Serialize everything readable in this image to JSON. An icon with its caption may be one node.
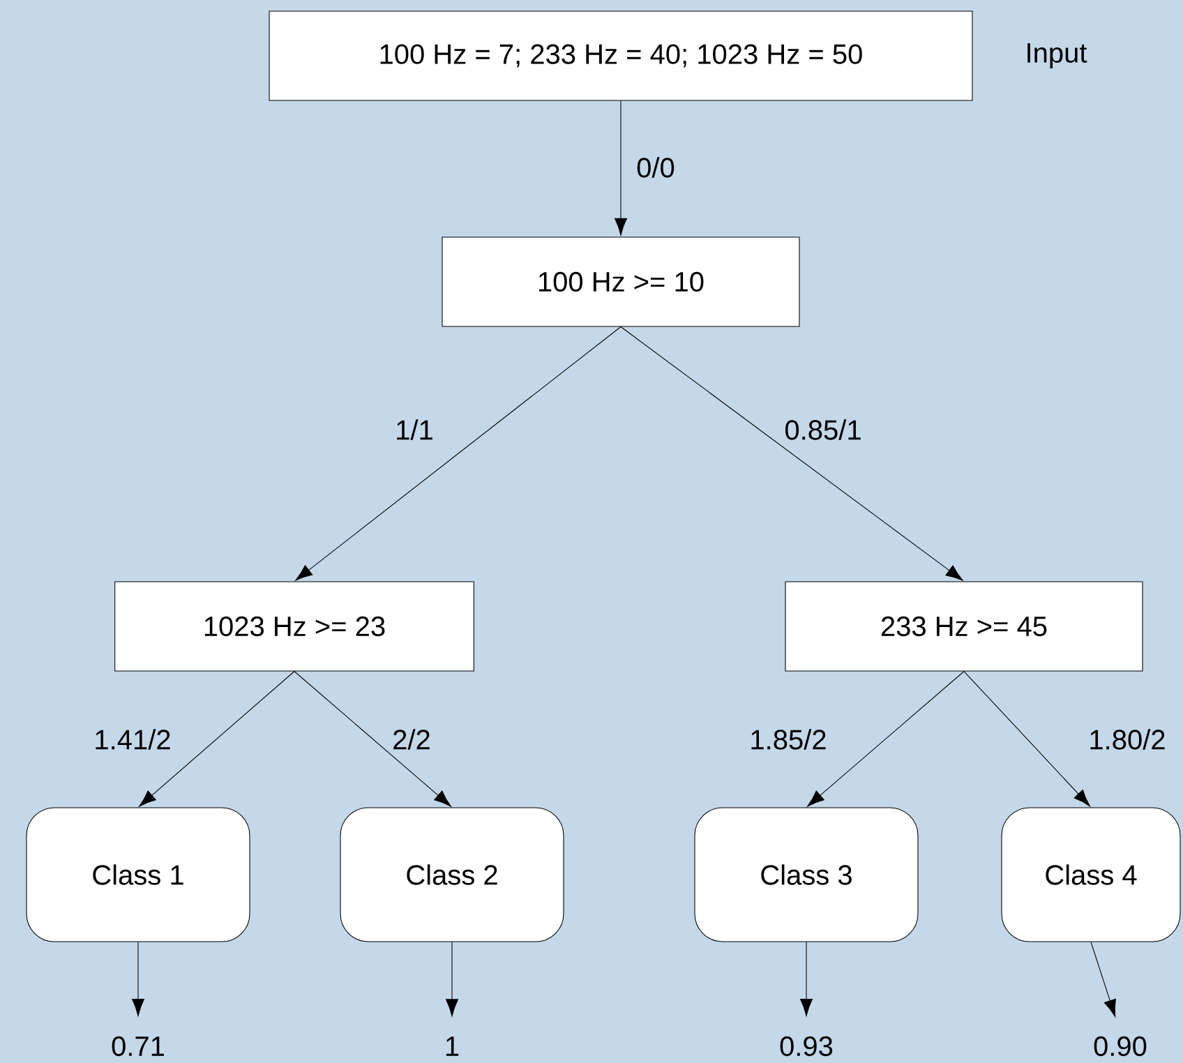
{
  "diagram": {
    "nodes": [
      {
        "text": [
          "100 Hz = 7; 233 Hz = 40; 1023 Hz = 50"
        ],
        "beside": [
          "Input"
        ]
      },
      {
        "text": [
          "100 Hz >= 10"
        ]
      },
      {
        "text": [
          "1023 Hz >= 23"
        ]
      },
      {
        "text": [
          "233 Hz >= 45"
        ]
      },
      {
        "text": [
          "Class 1"
        ]
      },
      {
        "text": [
          "Class 2"
        ]
      },
      {
        "text": [
          "Class 3"
        ]
      },
      {
        "text": [
          "Class 4"
        ]
      },
      {
        "text": [
          "0.71"
        ]
      },
      {
        "text": [
          "1"
        ]
      },
      {
        "text": [
          "0.93"
        ]
      },
      {
        "text": [
          "0.90"
        ]
      }
    ],
    "edges": [
      {
        "from": 0,
        "to": 1,
        "arrow": "to",
        "label": "0/0"
      },
      {
        "from": 1,
        "to": 2,
        "arrow": "to",
        "label": "1/1"
      },
      {
        "from": 1,
        "to": 3,
        "arrow": "to",
        "label": "0.85/1"
      },
      {
        "from": 2,
        "to": 4,
        "arrow": "to",
        "label": "1.41/2"
      },
      {
        "from": 2,
        "to": 5,
        "arrow": "to",
        "label": "2/2"
      },
      {
        "from": 3,
        "to": 6,
        "arrow": "to",
        "label": "1.85/2"
      },
      {
        "from": 3,
        "to": 7,
        "arrow": "to",
        "label": "1.80/2"
      },
      {
        "from": 4,
        "to": 8,
        "arrow": "to"
      },
      {
        "from": 5,
        "to": 9,
        "arrow": "to"
      },
      {
        "from": 6,
        "to": 10,
        "arrow": "to"
      },
      {
        "from": 7,
        "to": 11,
        "arrow": "to"
      }
    ]
  }
}
